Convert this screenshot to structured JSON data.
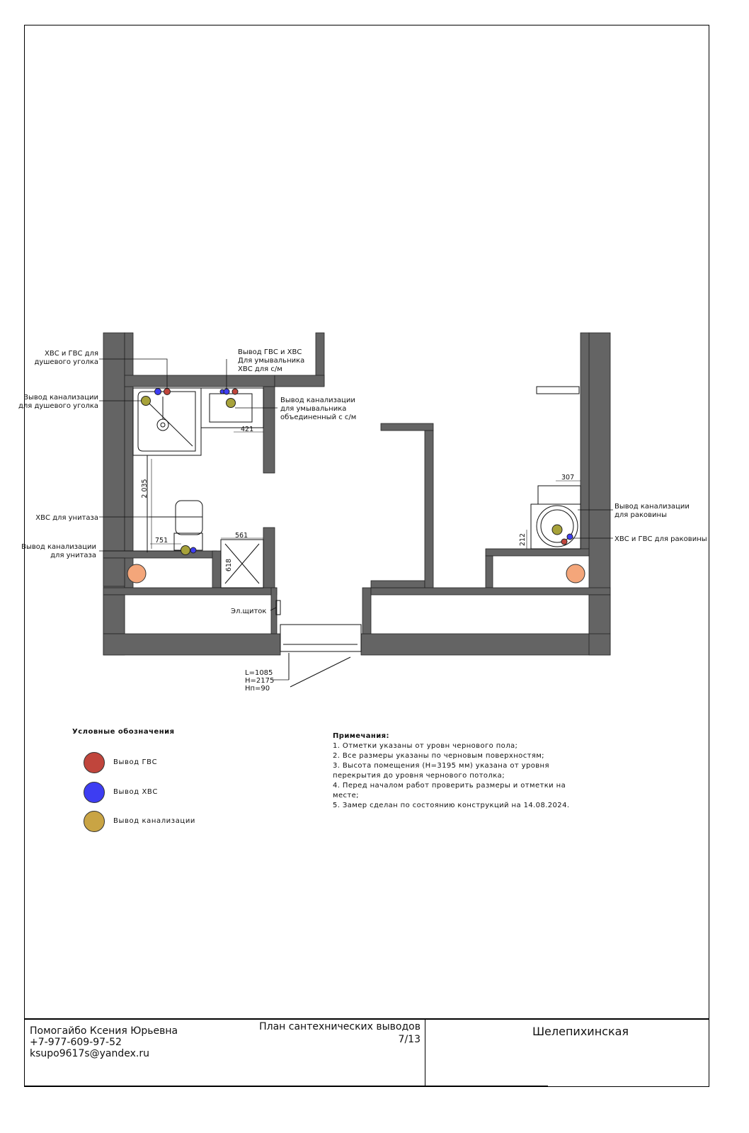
{
  "plan": {
    "labels": {
      "shower_supply": [
        "ХВС и ГВС для",
        "душевого уголка"
      ],
      "shower_drain": [
        "Вывод канализации",
        "для душевого уголка"
      ],
      "basin_supply": [
        "Вывод ГВС и ХВС",
        "Для умывальника",
        "ХВС для с/м"
      ],
      "basin_drain": [
        "Вывод канализации",
        "для умывальника",
        "объединенный с с/м"
      ],
      "toilet_supply": "ХВС для унитаза",
      "toilet_drain": [
        "Вывод канализации",
        "для унитаза"
      ],
      "sink_drain": [
        "Вывод канализации",
        "для раковины"
      ],
      "sink_supply": "ХВС и ГВС для раковины",
      "panel": "Эл.щиток",
      "door": [
        "L=1085",
        "H=2175",
        "Hп=90"
      ]
    },
    "dimensions": {
      "d421": "421",
      "d2035": "2 035",
      "d751": "751",
      "d561": "561",
      "d618": "618",
      "d307": "307",
      "d212": "212"
    }
  },
  "legend": {
    "title": "Условные обозначения",
    "items": [
      {
        "label": "Вывод ГВС",
        "color": "#c0453c"
      },
      {
        "label": "Вывод ХВС",
        "color": "#3d3df2"
      },
      {
        "label": "Вывод канализации",
        "color": "#c9a444"
      }
    ]
  },
  "notes": {
    "title": "Примечания:",
    "items": [
      "1. Отметки указаны от уровн чернового пола;",
      "2. Все размеры указаны по черновым поверхностям;",
      "3. Высота помещения (Н=3195 мм) указана от уровня перекрытия до уровня чернового потолка;",
      "4. Перед началом работ проверить размеры и отметки на месте;",
      "5. Замер сделан по состоянию конструкций на 14.08.2024."
    ]
  },
  "title_block": {
    "author_name": "Помогайбо Ксения Юрьевна",
    "author_phone": "+7-977-609-97-52",
    "author_email": "ksupo9617s@yandex.ru",
    "sheet_title": "План сантехнических выводов",
    "sheet_number": "7/13",
    "project": "Шелепихинская"
  },
  "colors": {
    "hot": "#c0453c",
    "cold": "#3d3df2",
    "drain": "#a7a23a",
    "riser": "#f4a67a",
    "wall": "#646464"
  }
}
